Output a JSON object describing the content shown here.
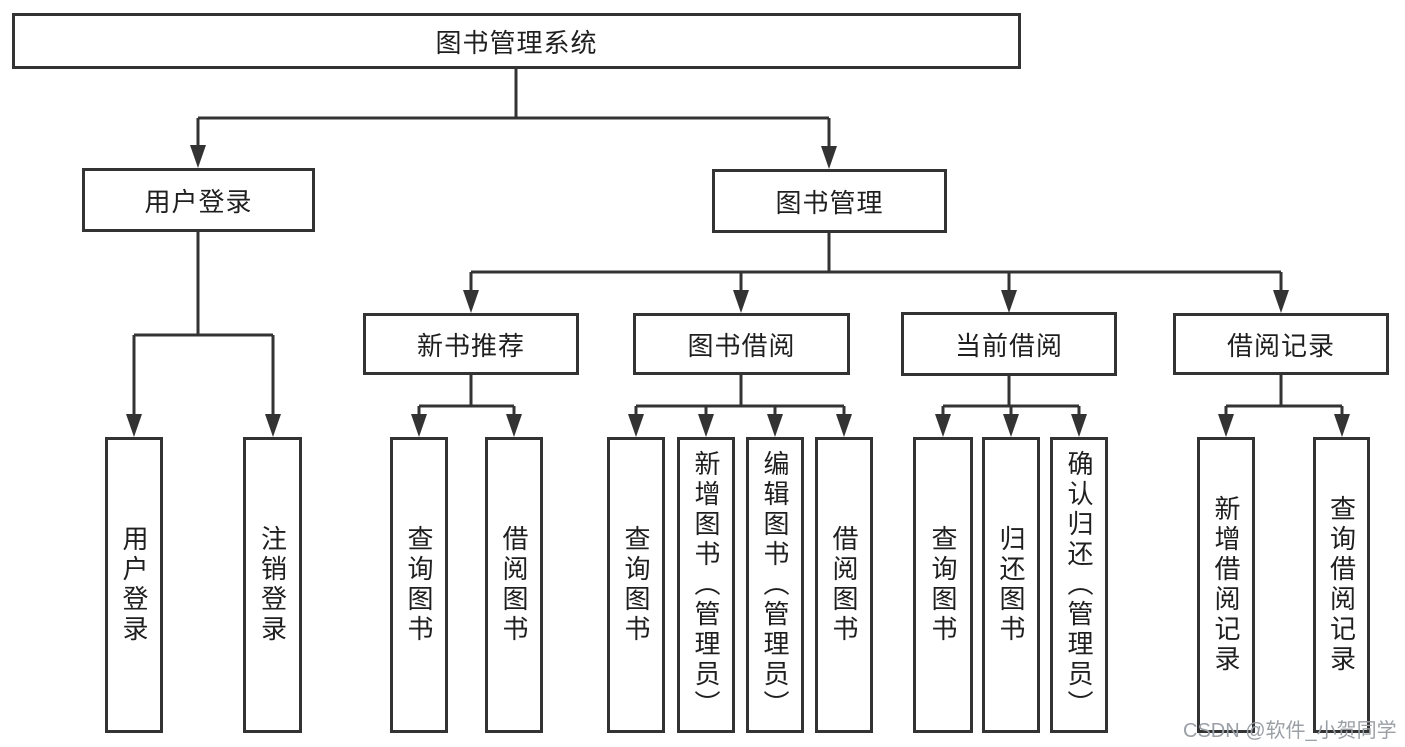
{
  "colors": {
    "line": "#333333",
    "text": "#1f1f1f",
    "watermark": "#9aa0a6",
    "background": "#ffffff"
  },
  "watermark": "CSDN @软件_小贺同学",
  "tree": {
    "root": {
      "label": "图书管理系统"
    },
    "user_login": {
      "label": "用户登录",
      "children": [
        {
          "label": "用户登录"
        },
        {
          "label": "注销登录"
        }
      ]
    },
    "book_management": {
      "label": "图书管理",
      "sections": {
        "new_book_recommend": {
          "label": "新书推荐",
          "children": [
            {
              "label": "查询图书"
            },
            {
              "label": "借阅图书"
            }
          ]
        },
        "book_borrowing": {
          "label": "图书借阅",
          "children": [
            {
              "label": "查询图书"
            },
            {
              "label": "新增图书（管理员）"
            },
            {
              "label": "编辑图书（管理员）"
            },
            {
              "label": "借阅图书"
            }
          ]
        },
        "current_borrowing": {
          "label": "当前借阅",
          "children": [
            {
              "label": "查询图书"
            },
            {
              "label": "归还图书"
            },
            {
              "label": "确认归还（管理员）"
            }
          ]
        },
        "borrowing_records": {
          "label": "借阅记录",
          "children": [
            {
              "label": "新增借阅记录"
            },
            {
              "label": "查询借阅记录"
            }
          ]
        }
      }
    }
  }
}
